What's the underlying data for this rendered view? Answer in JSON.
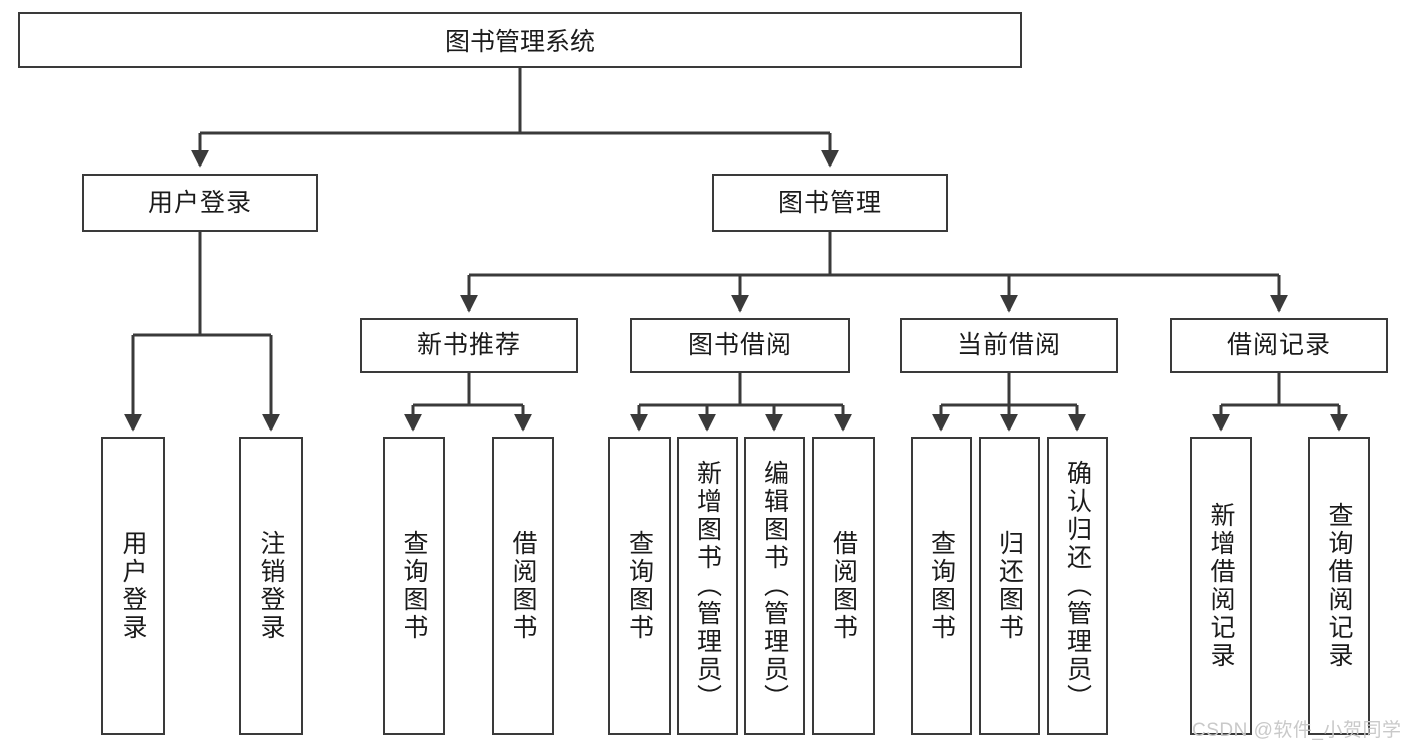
{
  "diagram": {
    "title": "图书管理系统",
    "watermark": "CSDN @软件_小贺同学",
    "colors": {
      "stroke": "#3a3a3a",
      "fill": "#ffffff",
      "text": "#1b1b1b",
      "watermark": "#c9c9c9"
    },
    "root": {
      "label": "图书管理系统"
    },
    "level2": [
      {
        "label": "用户登录"
      },
      {
        "label": "图书管理"
      }
    ],
    "level3": [
      {
        "label": "新书推荐"
      },
      {
        "label": "图书借阅"
      },
      {
        "label": "当前借阅"
      },
      {
        "label": "借阅记录"
      }
    ],
    "leaves": {
      "user_login": [
        {
          "label": "用户登录"
        },
        {
          "label": "注销登录"
        }
      ],
      "new_book_recommend": [
        {
          "label": "查询图书"
        },
        {
          "label": "借阅图书"
        }
      ],
      "book_borrow": [
        {
          "label": "查询图书"
        },
        {
          "label": "新增图书（管理员）"
        },
        {
          "label": "编辑图书（管理员）"
        },
        {
          "label": "借阅图书"
        }
      ],
      "current_borrow": [
        {
          "label": "查询图书"
        },
        {
          "label": "归还图书"
        },
        {
          "label": "确认归还（管理员）"
        }
      ],
      "borrow_record": [
        {
          "label": "新增借阅记录"
        },
        {
          "label": "查询借阅记录"
        }
      ]
    }
  }
}
